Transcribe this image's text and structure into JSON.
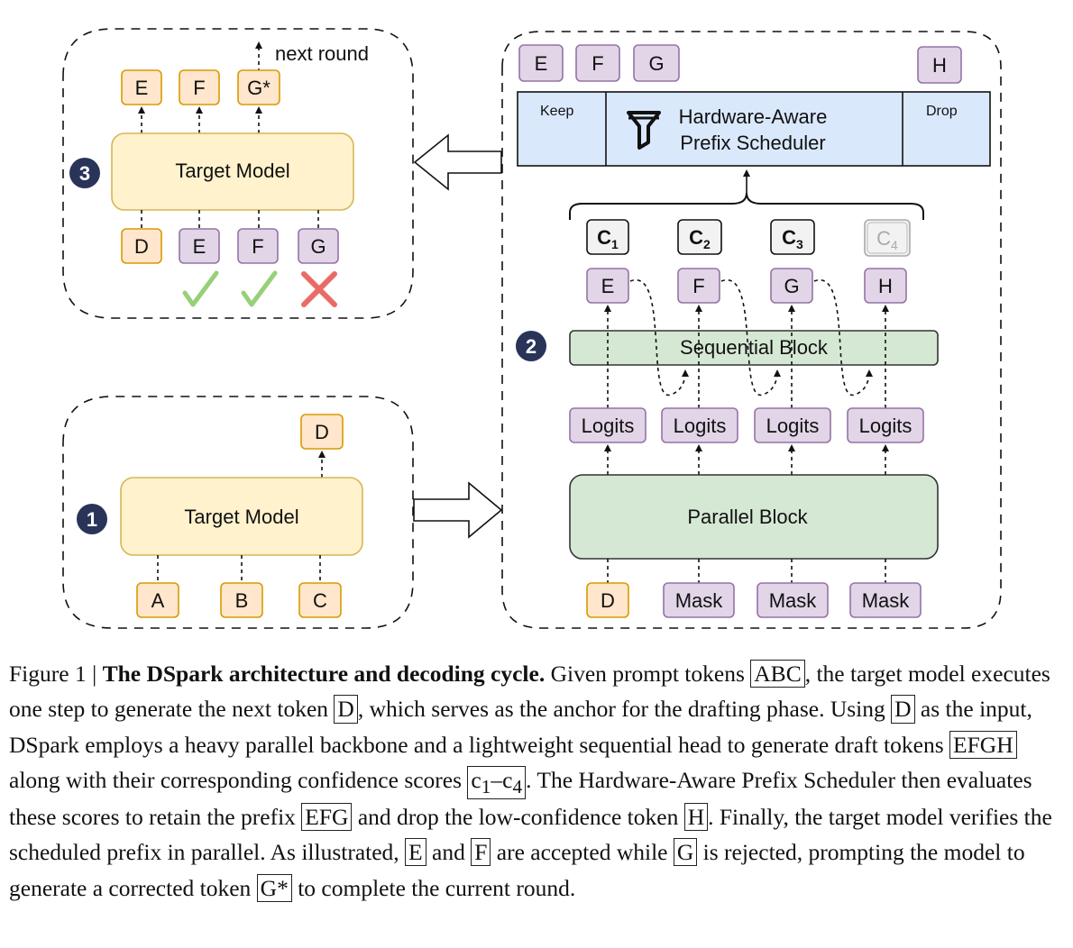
{
  "diagram": {
    "panel1": {
      "badge": "1",
      "model_label": "Target Model",
      "inputs": [
        "A",
        "B",
        "C"
      ],
      "output": "D"
    },
    "panel2": {
      "badge": "2",
      "dropped_tokens_top": [
        "E",
        "F",
        "G"
      ],
      "dropped_token_right": "H",
      "scheduler": {
        "keep": "Keep",
        "title_line1": "Hardware-Aware",
        "title_line2": "Prefix Scheduler",
        "drop": "Drop"
      },
      "confidences": [
        {
          "base": "C",
          "sub": "1"
        },
        {
          "base": "C",
          "sub": "2"
        },
        {
          "base": "C",
          "sub": "3"
        },
        {
          "base": "C",
          "sub": "4"
        }
      ],
      "draft_tokens": [
        "E",
        "F",
        "G",
        "H"
      ],
      "sequential_block": "Sequential  Block",
      "logits": [
        "Logits",
        "Logits",
        "Logits",
        "Logits"
      ],
      "parallel_block": "Parallel Block",
      "inputs": [
        "D",
        "Mask",
        "Mask",
        "Mask"
      ]
    },
    "panel3": {
      "badge": "3",
      "model_label": "Target Model",
      "next_round": "next round",
      "outputs": [
        "E",
        "F",
        "G*"
      ],
      "inputs": [
        "D",
        "E",
        "F",
        "G"
      ],
      "verdicts": [
        "accept",
        "accept",
        "reject"
      ]
    },
    "colors": {
      "orange_fill": "#ffe6cc",
      "orange_stroke": "#d79b00",
      "purple_fill": "#e1d5e7",
      "purple_stroke": "#9673a6",
      "yellow_fill": "#fff2cc",
      "yellow_stroke": "#d6b656",
      "green_fill": "#d5e8d4",
      "green_stroke": "#333333",
      "blue_fill": "#dae8fc",
      "badge": "#2a3459",
      "check": "#97d077",
      "cross": "#ea6b66"
    }
  },
  "caption": {
    "figure_label": "Figure 1 | ",
    "title": "The DSpark architecture and decoding cycle.",
    "t1": " Given prompt tokens ",
    "b1": "ABC",
    "t2": ", the target model executes one step to generate the next token ",
    "b2": "D",
    "t3": ", which serves as the anchor for the drafting phase. Using ",
    "b3": "D",
    "t4": " as the input, DSpark employs a heavy parallel backbone and a lightweight sequential head to generate draft tokens ",
    "b4": "EFGH",
    "t5": " along with their corresponding confidence scores ",
    "b5_a": "c",
    "b5_a_sub": "1",
    "b5_dash": "–",
    "b5_b": "c",
    "b5_b_sub": "4",
    "t6": ". The Hardware-Aware Prefix Scheduler then evaluates these scores to retain the prefix ",
    "b6": "EFG",
    "t7": " and drop the low-confidence token ",
    "b7": "H",
    "t8": ". Finally, the target model verifies the scheduled prefix in parallel. As illustrated, ",
    "b8": "E",
    "t9": " and ",
    "b9": "F",
    "t10": " are accepted while ",
    "b10": "G",
    "t11": " is rejected, prompting the model to generate a corrected token ",
    "b11": "G*",
    "t12": " to complete the current round."
  }
}
